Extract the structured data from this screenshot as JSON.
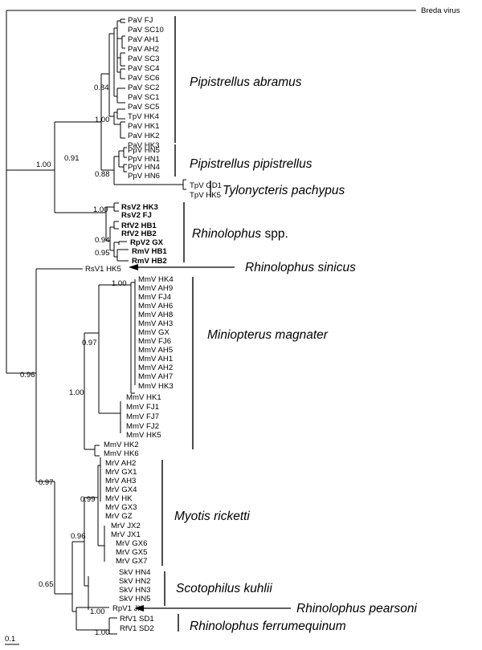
{
  "tree": {
    "outgroup": "Breda virus",
    "scale_label": "0.1",
    "support_values": [
      "0.84",
      "1.00",
      "0.91",
      "1.00",
      "0.88",
      "1.00",
      "0.94",
      "0.95",
      "1.00",
      "0.97",
      "1.00",
      "0.96",
      "0.97",
      "0.99",
      "0.96",
      "0.65",
      "1.00",
      "1.00"
    ],
    "leaves_pa": [
      "PaV FJ",
      "PaV SC10",
      "PaV AH1",
      "PaV AH2",
      "PaV SC3",
      "PaV SC4",
      "PaV SC6",
      "PaV SC2",
      "PaV SC1",
      "PaV SC5",
      "TpV HK4",
      "PaV HK1",
      "PaV HK2",
      "PaV HK3"
    ],
    "leaves_pp": [
      "PpV HN5",
      "PpV HN1",
      "PpV HN4",
      "PpV HN6"
    ],
    "leaves_tp": [
      "TpV GD1",
      "TpV HK5"
    ],
    "leaves_rh": [
      "RsV2 HK3",
      "RsV2 FJ",
      "RfV2 HB1",
      "RfV2 HB2",
      "RpV2 GX",
      "RmV HB1",
      "RmV HB2"
    ],
    "leaf_rs1": "RsV1 HK5",
    "leaves_mm": [
      "MmV HK4",
      "MmV AH9",
      "MmV FJ4",
      "MmV AH6",
      "MmV AH8",
      "MmV AH3",
      "MmV GX",
      "MmV FJ6",
      "MmV AH5",
      "MmV AH1",
      "MmV AH2",
      "MmV AH7",
      "MmV HK3",
      "MmV HK1",
      "MmV FJ1",
      "MmV FJ7",
      "MmV FJ2",
      "MmV HK5",
      "MmV HK2",
      "MmV HK6"
    ],
    "leaves_mr": [
      "MrV AH2",
      "MrV GX1",
      "MrV AH3",
      "MrV GX4",
      "MrV HK",
      "MrV GX3",
      "MrV GZ",
      "MrV JX2",
      "MrV JX1",
      "MrV GX6",
      "MrV GX5",
      "MrV GX7"
    ],
    "leaves_sk": [
      "SkV HN4",
      "SkV HN2",
      "SkV HN3",
      "SkV HN5"
    ],
    "leaf_rp1": "RpV1 JX",
    "leaves_rf1": [
      "RfV1 SD1",
      "RfV1 SD2"
    ],
    "groups": {
      "pa": "Pipistrellus abramus",
      "pp": "Pipistrellus pipistrellus",
      "tp": "Tylonycteris pachypus",
      "rh_genus": "Rhinolophus",
      "rh_suffix": " spp.",
      "rs": "Rhinolophus sinicus",
      "mm": "Miniopterus magnater",
      "mr": "Myotis ricketti",
      "sk": "Scotophilus kuhlii",
      "rp": "Rhinolophus pearsoni",
      "rf": "Rhinolophus ferrumequinum"
    }
  }
}
